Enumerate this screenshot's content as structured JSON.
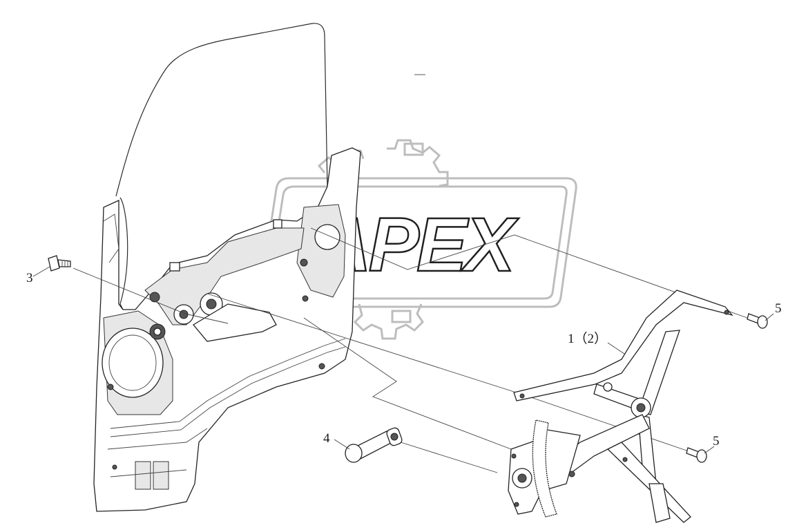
{
  "diagram": {
    "watermark_text": "APEX",
    "callouts": [
      {
        "id": "1",
        "text": "1（2）"
      },
      {
        "id": "3",
        "text": "3"
      },
      {
        "id": "4",
        "text": "4"
      },
      {
        "id": "5a",
        "text": "5"
      },
      {
        "id": "5b",
        "text": "5"
      }
    ]
  }
}
